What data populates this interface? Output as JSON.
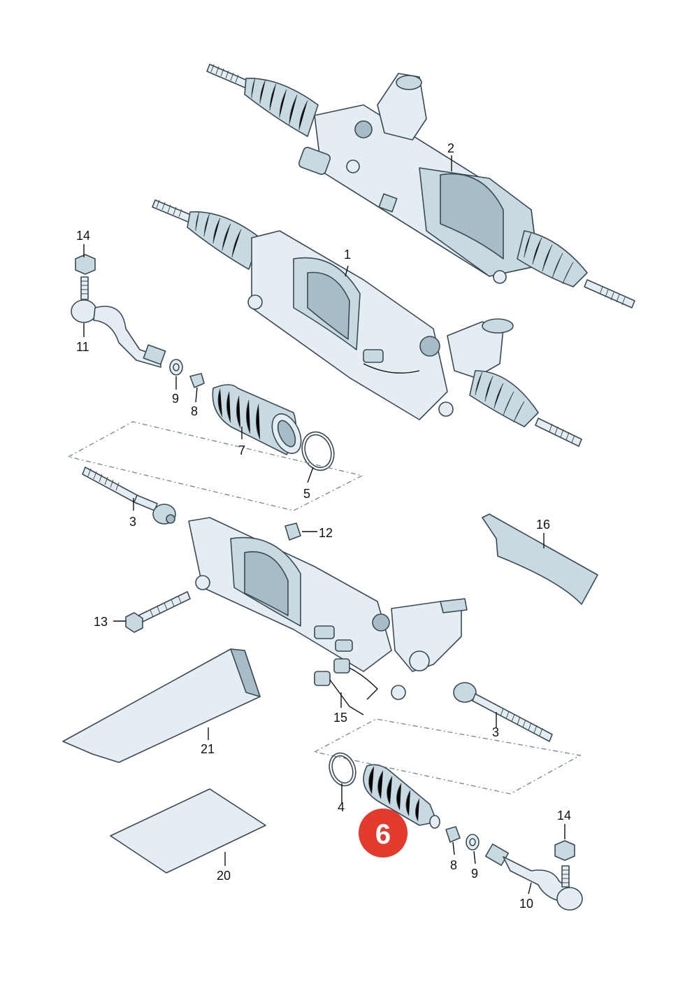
{
  "labels": {
    "p1": "1",
    "p2": "2",
    "p3a": "3",
    "p3b": "3",
    "p4": "4",
    "p5": "5",
    "p7": "7",
    "p8a": "8",
    "p8b": "8",
    "p9a": "9",
    "p9b": "9",
    "p10": "10",
    "p11": "11",
    "p12": "12",
    "p13": "13",
    "p14a": "14",
    "p14b": "14",
    "p15": "15",
    "p16": "16",
    "p20": "20",
    "p21": "21"
  },
  "highlight": {
    "number": "6",
    "color": "#e23b2e"
  },
  "colors": {
    "line": "#3a4a55",
    "fill_light": "#e4eef2",
    "fill_mid": "#c9d9e0",
    "fill_dark": "#a7bcc6"
  }
}
